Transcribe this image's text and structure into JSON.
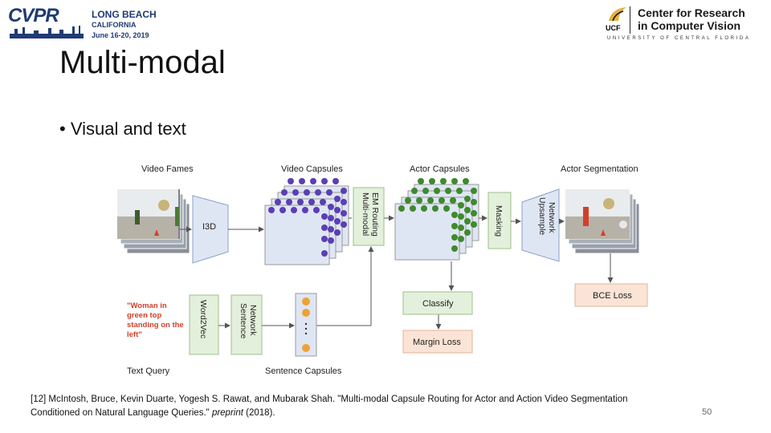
{
  "header": {
    "cvpr": {
      "word": "CVPR",
      "city": "LONG BEACH",
      "state": "CALIFORNIA",
      "dates": "June 16-20, 2019"
    },
    "crcv": {
      "short": "UCF",
      "line1": "Center for Research",
      "line2": "in Computer Vision",
      "university": "UNIVERSITY OF CENTRAL FLORIDA"
    }
  },
  "slide": {
    "title": "Multi-modal",
    "bullet": "• Visual and text",
    "page_number": "50"
  },
  "diagram": {
    "labels": {
      "video_frames": "Video Fames",
      "video_capsules": "Video Capsules",
      "actor_capsules": "Actor Capsules",
      "actor_segmentation": "Actor Segmentation",
      "i3d": "I3D",
      "routing_l1": "Multi-modal",
      "routing_l2": "EM Routing",
      "masking": "Masking",
      "upsample_l1": "Upsample",
      "upsample_l2": "Network",
      "word2vec": "Word2Vec",
      "sentence_l1": "Sentence",
      "sentence_l2": "Network",
      "classify": "Classify",
      "margin_loss": "Margin Loss",
      "bce_loss": "BCE Loss",
      "text_query": "Text Query",
      "sentence_capsules": "Sentence Capsules",
      "query_l1": "\"Woman in",
      "query_l2": "green top",
      "query_l3": "standing on the",
      "query_l4": "left\""
    },
    "colors": {
      "video_capsule": "#5b3fb4",
      "actor_capsule": "#3e8a2e",
      "sentence_capsule": "#eea236",
      "query_text": "#d2402a",
      "loss_fill": "#fbe4d6",
      "green_fill": "#e3f0db",
      "blue_fill": "#dfe6f3"
    }
  },
  "citation": {
    "part1": "[12] McIntosh, Bruce, Kevin Duarte, Yogesh S. Rawat, and Mubarak Shah. \"Multi-modal Capsule Routing for Actor and Action Video Segmentation Conditioned on Natural Language Queries.\" ",
    "venue": "preprint",
    "part2": " (2018)."
  }
}
